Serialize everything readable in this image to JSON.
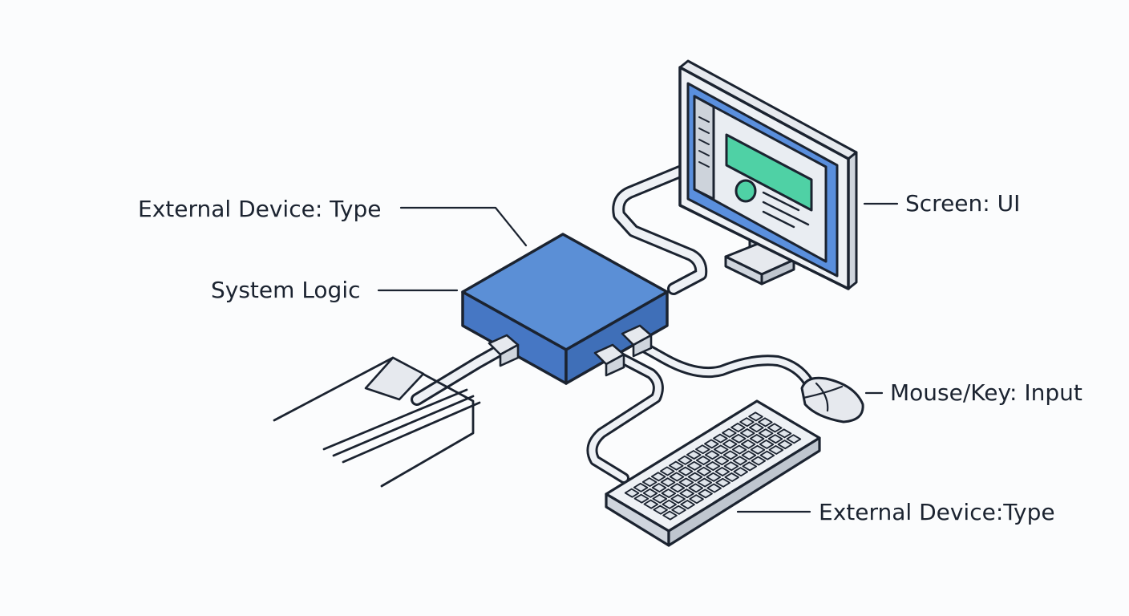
{
  "labels": {
    "external_device_top": "External Device: Type",
    "system_logic": "System Logic",
    "screen": "Screen: UI",
    "mouse_key": "Mouse/Key: Input",
    "external_device_bottom": "External Device:Type"
  },
  "colors": {
    "outline": "#1b2330",
    "hub_top": "#5b8fd6",
    "hub_side": "#4677c4",
    "screen_blue": "#5a8fdd",
    "screen_green": "#4fd1a5",
    "device_light": "#e6e9ee",
    "device_mid": "#cfd5dd"
  },
  "icons": [
    "hub-box",
    "monitor",
    "mouse",
    "keyboard",
    "external-device"
  ]
}
